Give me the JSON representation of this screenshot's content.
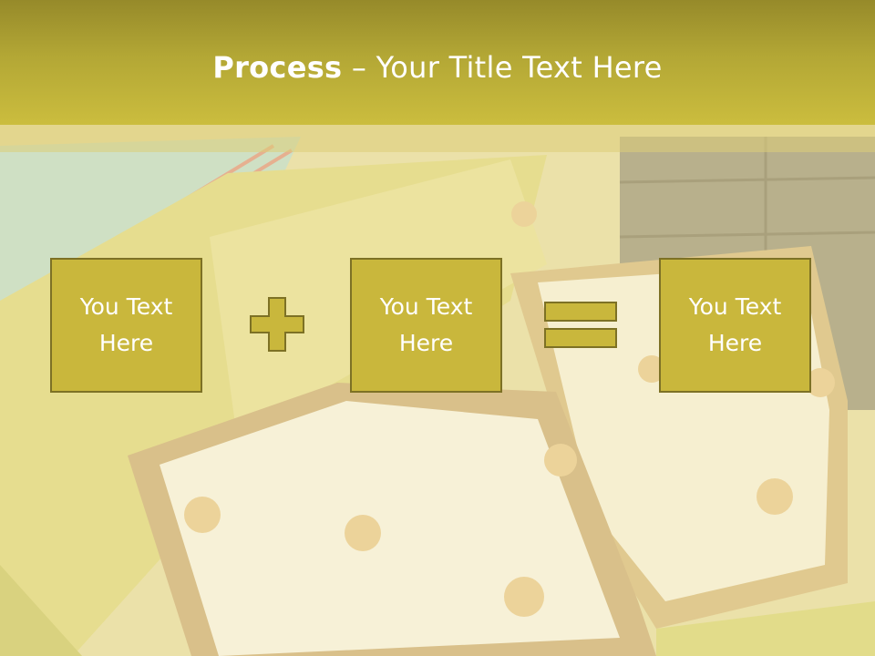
{
  "title": {
    "bold": "Process",
    "rest": " – Your Title Text Here"
  },
  "boxes": [
    {
      "line1": "You Text",
      "line2": "Here"
    },
    {
      "line1": "You Text",
      "line2": "Here"
    },
    {
      "line1": "You Text",
      "line2": "Here"
    }
  ],
  "operators": [
    "plus-icon",
    "equals-icon"
  ],
  "colors": {
    "header": "#b3a735",
    "box_fill": "#c9b73c",
    "box_border": "#7d7125",
    "text": "#ffffff"
  }
}
